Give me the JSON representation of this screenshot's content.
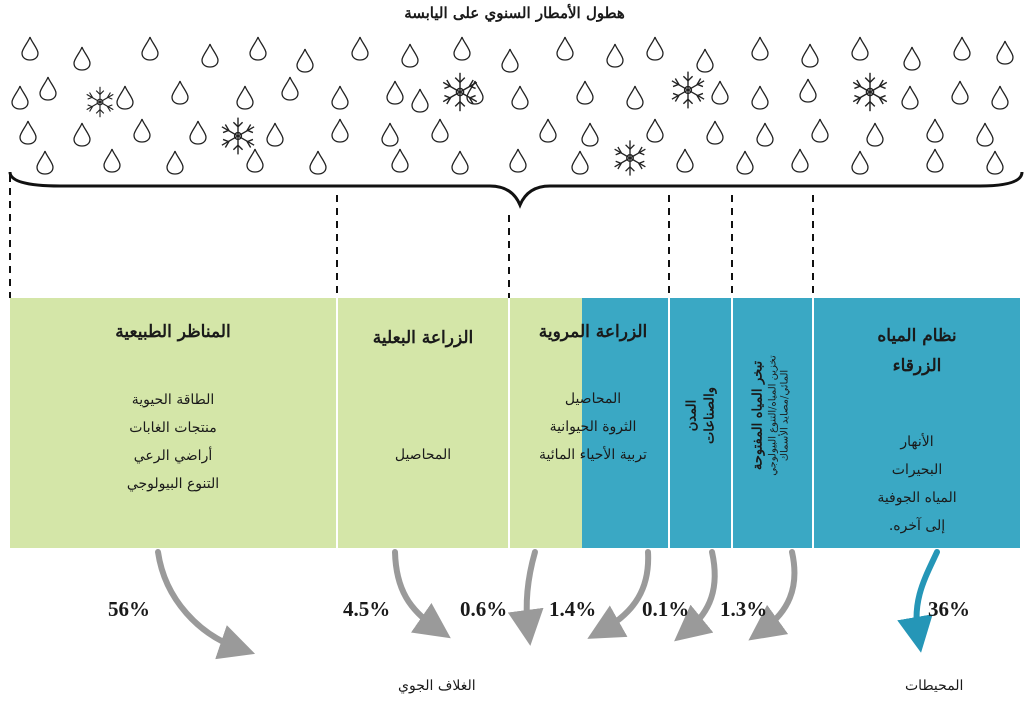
{
  "title": "هطول الأمطار السنوي على اليابسة",
  "columns": [
    {
      "heading": "المناظر الطبيعية",
      "items": [
        "الطاقة الحيوية",
        "منتجات الغابات",
        "أراضي الرعي",
        "التنوع البيولوجي"
      ],
      "color": "#d4e6a8"
    },
    {
      "heading": "الزراعة البعلية",
      "items": [
        "المحاصيل"
      ],
      "color": "#d4e6a8"
    },
    {
      "heading": "الزراعة المروية",
      "items": [
        "المحاصيل",
        "الثروة الحيوانية",
        "تربية الأحياء المائية"
      ],
      "color": "#d4e6a8"
    },
    {
      "heading": "المدن",
      "heading2": "والصناعات",
      "color": "#3aa8c4"
    },
    {
      "heading": "تبخر المياه المفتوحة",
      "sub1": "تخزين المياه/التنوع البيولوجي",
      "sub2": "المائي/مصايد الأسماك",
      "color": "#3aa8c4"
    },
    {
      "heading": "نظام المياه",
      "heading2": "الزرقاء",
      "items": [
        "الأنهار",
        "البحيرات",
        "المياه الجوفية",
        "إلى آخره."
      ],
      "color": "#3aa8c4"
    }
  ],
  "percentages": [
    "56%",
    "4.5%",
    "0.6%",
    "1.4%",
    "0.1%",
    "1.3%",
    "36%"
  ],
  "destinations": {
    "atmosphere": "الغلاف الجوي",
    "oceans": "المحيطات"
  },
  "icons": [
    "raindrop-icon",
    "snowflake-icon",
    "curved-arrow-icon"
  ],
  "colors": {
    "green": "#d4e6a8",
    "blue": "#3aa8c4",
    "arrow_gray": "#9a9a9a",
    "arrow_blue": "#2596b7"
  }
}
